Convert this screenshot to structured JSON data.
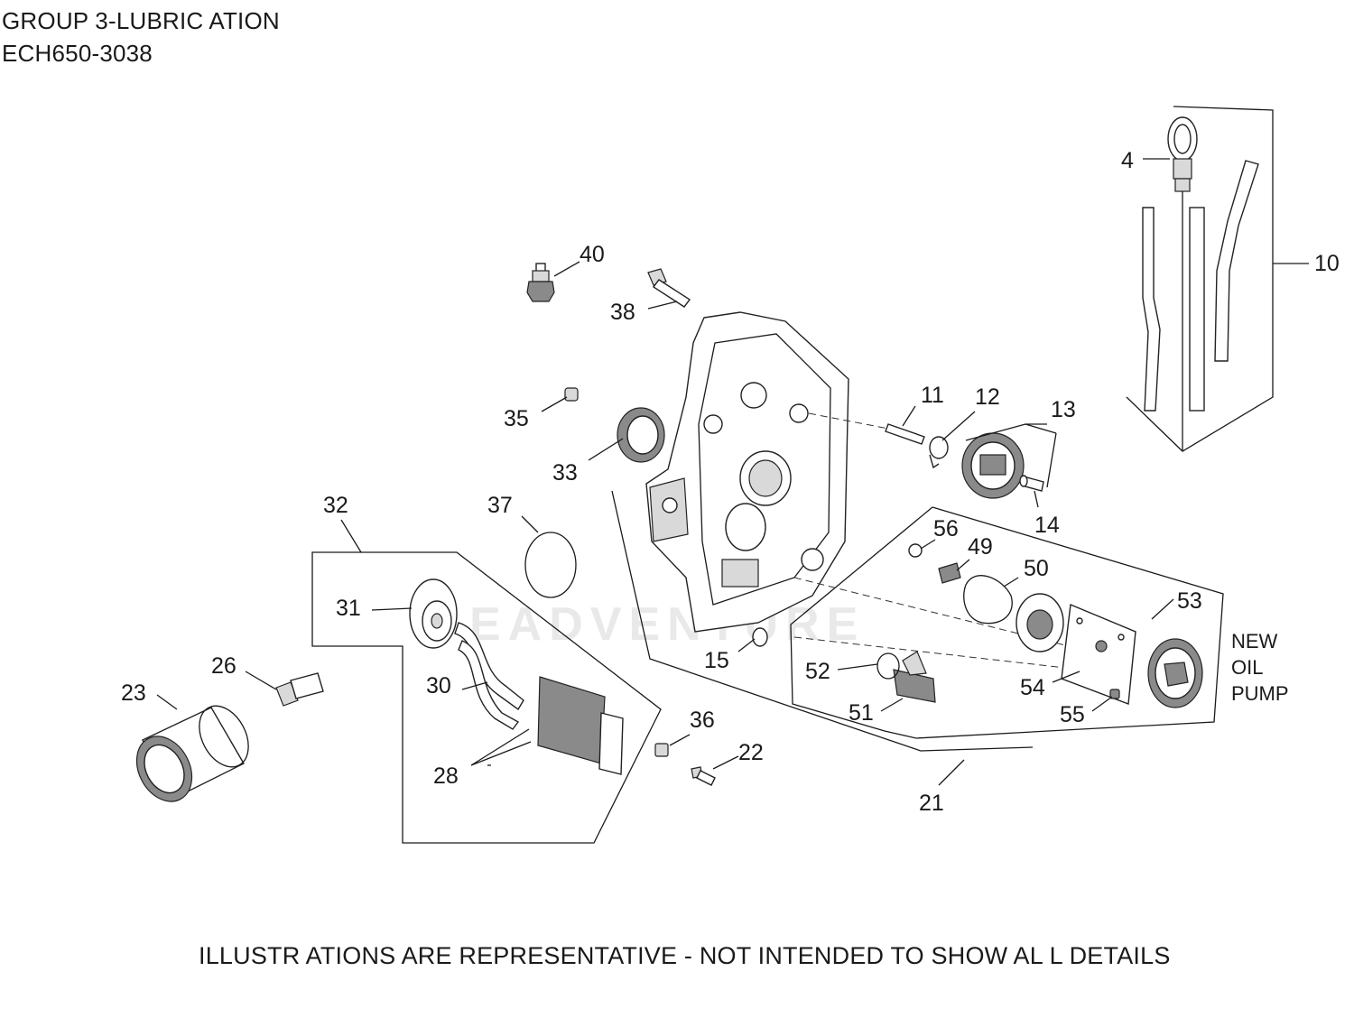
{
  "header": {
    "group_title": "GROUP 3-LUBRIC ATION",
    "model": "ECH650-3038"
  },
  "footer": {
    "disclaimer": "ILLUSTR ATIONS ARE REPRESENTATIVE - NOT INTENDED TO SHOW AL L DETAILS"
  },
  "watermark": "EADVENTURE",
  "note": {
    "line1": "NEW",
    "line2": "OIL",
    "line3": "PUMP"
  },
  "callouts": {
    "p4": "4",
    "p10": "10",
    "p11": "11",
    "p12": "12",
    "p13": "13",
    "p14": "14",
    "p15": "15",
    "p21": "21",
    "p22": "22",
    "p23": "23",
    "p26": "26",
    "p28": "28",
    "p30": "30",
    "p31": "31",
    "p32": "32",
    "p33": "33",
    "p35": "35",
    "p36": "36",
    "p37": "37",
    "p38": "38",
    "p40": "40",
    "p49": "49",
    "p50": "50",
    "p51": "51",
    "p52": "52",
    "p53": "53",
    "p54": "54",
    "p55": "55",
    "p56": "56"
  }
}
